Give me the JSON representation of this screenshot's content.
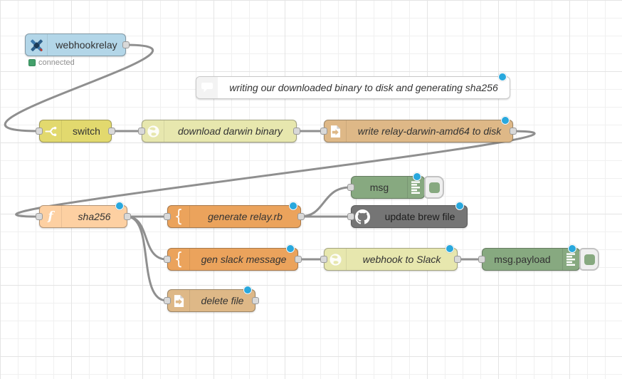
{
  "flow": {
    "comment_node": {
      "text": "writing our downloaded binary to disk and generating sha256",
      "icon": "comment-bubble-icon",
      "modified": true
    },
    "nodes": {
      "webhookrelay": {
        "label": "webhookrelay",
        "icon": "satellite-icon",
        "status_text": "connected",
        "color": "#b3d6e8"
      },
      "switch_node": {
        "label": "switch",
        "icon": "switch-branch-icon",
        "color": "#e2d96e"
      },
      "download_binary": {
        "label": "download darwin binary",
        "icon": "globe-icon",
        "color": "#e7e7ae"
      },
      "write_disk": {
        "label": "write relay-darwin-amd64 to disk",
        "icon": "file-arrow-icon",
        "color": "#deb887",
        "modified": true
      },
      "sha256": {
        "label": "sha256",
        "icon": "function-f-icon",
        "color": "#fdd0a2",
        "modified": true
      },
      "generate_relay_rb": {
        "label": "generate relay.rb",
        "icon": "curly-brace-icon",
        "color": "#eba35c",
        "modified": true
      },
      "msg_debug": {
        "label": "msg",
        "icon": "debug-output-lines-icon",
        "color": "#87a980",
        "modified": true,
        "toggle": "enabled"
      },
      "update_brew": {
        "label": "update brew file",
        "icon": "github-octocat-icon",
        "color": "#757575",
        "modified": true
      },
      "gen_slack": {
        "label": "gen slack message",
        "icon": "curly-brace-icon",
        "color": "#eba35c",
        "modified": true
      },
      "webhook_slack": {
        "label": "webhook to Slack",
        "icon": "globe-icon",
        "color": "#e7e7ae",
        "modified": true
      },
      "msg_payload": {
        "label": "msg.payload",
        "icon": "debug-output-lines-icon",
        "color": "#87a980",
        "modified": true,
        "toggle": "enabled"
      },
      "delete_file": {
        "label": "delete file",
        "icon": "file-arrow-icon",
        "color": "#deb887",
        "modified": true
      }
    },
    "colors": {
      "wire": "#8f8f8f",
      "modified_dot": "#29a8dd",
      "status_green": "#43a06b",
      "port_fill": "#d9d9d9",
      "port_border": "#999999"
    }
  }
}
